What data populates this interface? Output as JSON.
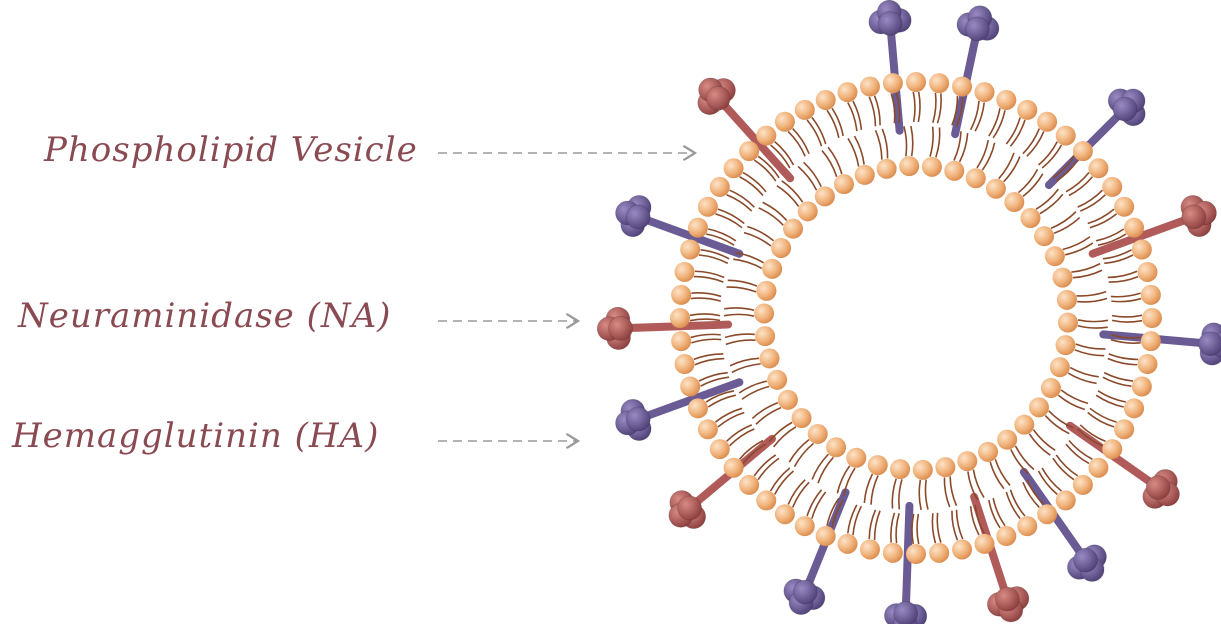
{
  "labels": {
    "vesicle": "Phospholipid Vesicle",
    "neuraminidase": "Neuraminidase (NA)",
    "hemagglutinin": "Hemagglutinin (HA)"
  },
  "colors": {
    "label_text": "#8a4a52",
    "arrow": "#9a9a9a",
    "lipid_head": "#f0b27a",
    "lipid_tail": "#8a4a2a",
    "ha_purple": "#6b5b95",
    "na_red": "#b05a5a"
  },
  "diagram": {
    "structure": "lipid-bilayer-vesicle",
    "glycoproteins": [
      {
        "type": "HA",
        "angle_deg": -95
      },
      {
        "type": "HA",
        "angle_deg": -78
      },
      {
        "type": "HA",
        "angle_deg": -45
      },
      {
        "type": "NA",
        "angle_deg": -20
      },
      {
        "type": "HA",
        "angle_deg": 5
      },
      {
        "type": "NA",
        "angle_deg": 35
      },
      {
        "type": "HA",
        "angle_deg": 55
      },
      {
        "type": "NA",
        "angle_deg": 72
      },
      {
        "type": "HA",
        "angle_deg": 92
      },
      {
        "type": "HA",
        "angle_deg": 112
      },
      {
        "type": "NA",
        "angle_deg": 140
      },
      {
        "type": "HA",
        "angle_deg": 160
      },
      {
        "type": "NA",
        "angle_deg": 178
      },
      {
        "type": "HA",
        "angle_deg": 200
      },
      {
        "type": "NA",
        "angle_deg": 228
      }
    ]
  }
}
